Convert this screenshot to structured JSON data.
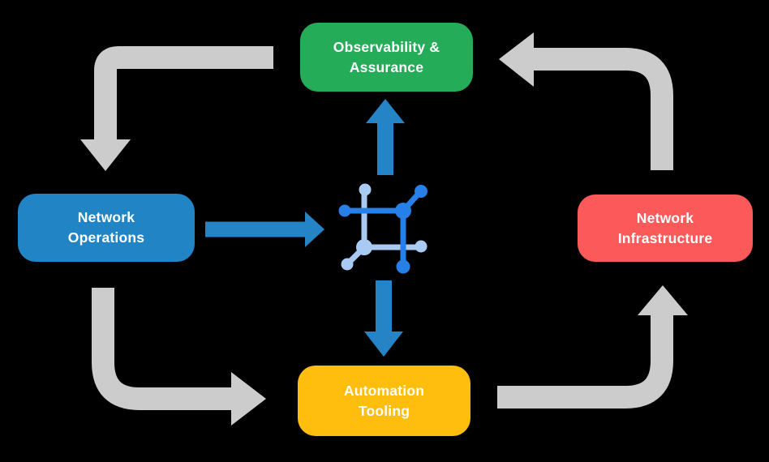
{
  "colors": {
    "background": "#000000",
    "node_green": "#24AC58",
    "node_blue": "#2185C5",
    "node_red": "#FC5A5A",
    "node_yellow": "#FFBE0E",
    "arrow_gray": "#CCCCCC",
    "arrow_blue": "#2484C6",
    "icon_dark_blue": "#2680E8",
    "icon_light_blue": "#A9CBF3",
    "text": "#FFFFFF"
  },
  "diagram": {
    "nodes": {
      "observability": {
        "line1": "Observability &",
        "line2": "Assurance"
      },
      "operations": {
        "line1": "Network",
        "line2": "Operations"
      },
      "infrastructure": {
        "line1": "Network",
        "line2": "Infrastructure"
      },
      "automation": {
        "line1": "Automation",
        "line2": "Tooling"
      }
    },
    "center_icon": "network-mesh-icon",
    "flows": {
      "gray": [
        "observability-to-operations",
        "operations-to-automation",
        "automation-to-infrastructure",
        "infrastructure-to-observability"
      ],
      "blue": [
        "operations-to-center",
        "center-to-observability",
        "center-to-automation"
      ]
    }
  }
}
